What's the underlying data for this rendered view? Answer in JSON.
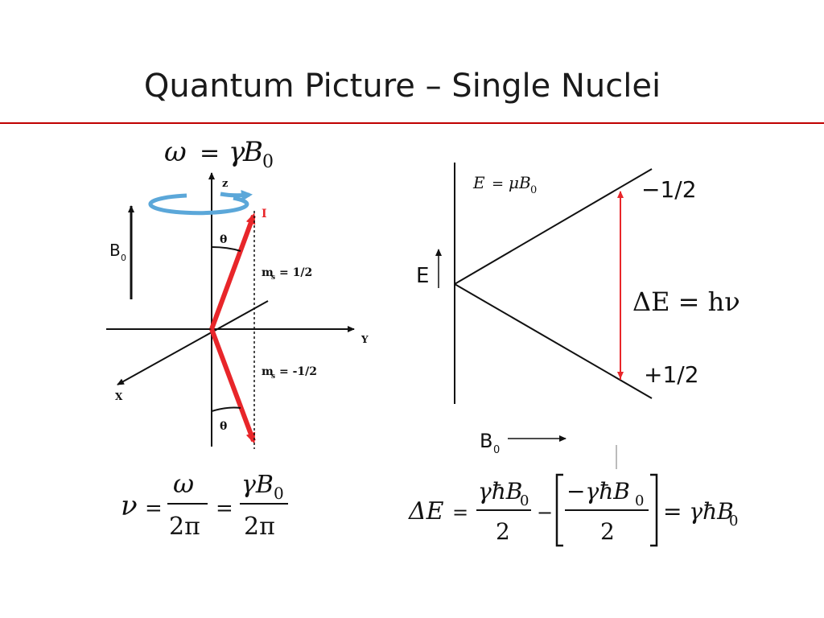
{
  "title": "Quantum Picture – Single Nuclei",
  "colors": {
    "accent": "#c00000",
    "arrow_red": "#e8262a",
    "arrow_blue": "#5ba7d9",
    "ink": "#111111"
  },
  "left_diagram": {
    "top_equation": {
      "lhs": "ω",
      "eq": "=",
      "gamma": "γ",
      "B": "B",
      "sub": "0"
    },
    "z_label": "z",
    "y_label": "Y",
    "x_label": "X",
    "spin_label": "I",
    "b0_label": "B",
    "b0_sub": "0",
    "theta": "θ",
    "ms_up": {
      "m": "m",
      "s": "s",
      "value": "= 1/2"
    },
    "ms_down": {
      "m": "m",
      "s": "s",
      "value": "= -1/2"
    },
    "freq_equation": {
      "nu": "ν",
      "eq": "=",
      "omega": "ω",
      "two_pi": "2π",
      "gammaB": "γB",
      "sub": "0"
    }
  },
  "right_diagram": {
    "energy_equation": {
      "E": "E",
      "eq": "=",
      "mu": "μ",
      "B": "B",
      "sub": "0"
    },
    "e_axis_label": "E",
    "upper_level": "−1/2",
    "lower_level": "+1/2",
    "delta_label": "ΔE = hν",
    "b0_label": "B",
    "b0_sub": "0",
    "delta_equation": {
      "lhs": "ΔE",
      "eq": "=",
      "num1": "γħB",
      "sub": "0",
      "den": "2",
      "minus": "−",
      "num2": "−γħB",
      "rhs": "= γħB"
    }
  }
}
